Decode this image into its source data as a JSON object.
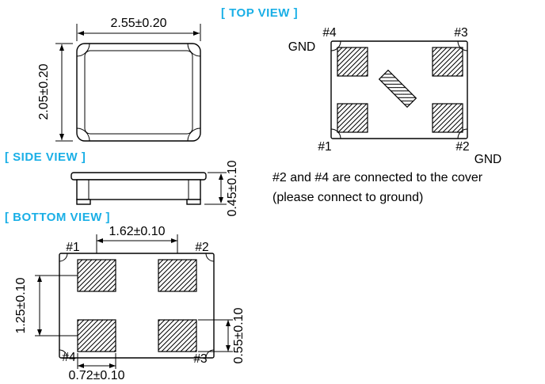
{
  "colors": {
    "accent": "#1aafe6",
    "ink": "#000000"
  },
  "views": {
    "top": "[ TOP VIEW ]",
    "side": "[ SIDE VIEW ]",
    "bottom": "[ BOTTOM  VIEW ]"
  },
  "outline": {
    "width_dim": "2.55±0.20",
    "height_dim": "2.05±0.20"
  },
  "side_view": {
    "height_dim": "0.45±0.10"
  },
  "top_view": {
    "pin1": "#1",
    "pin2": "#2",
    "pin3": "#3",
    "pin4": "#4",
    "gnd_left": "GND",
    "gnd_right": "GND",
    "note_line1": "#2 and #4 are connected to the cover",
    "note_line2": "(please connect to ground)"
  },
  "bottom_view": {
    "pin1": "#1",
    "pin2": "#2",
    "pin3": "#3",
    "pin4": "#4",
    "pad_pitch_x": "1.62±0.10",
    "pad_pitch_y": "1.25±0.10",
    "pad_height": "0.55±0.10",
    "pad_width": "0.72±0.10"
  }
}
